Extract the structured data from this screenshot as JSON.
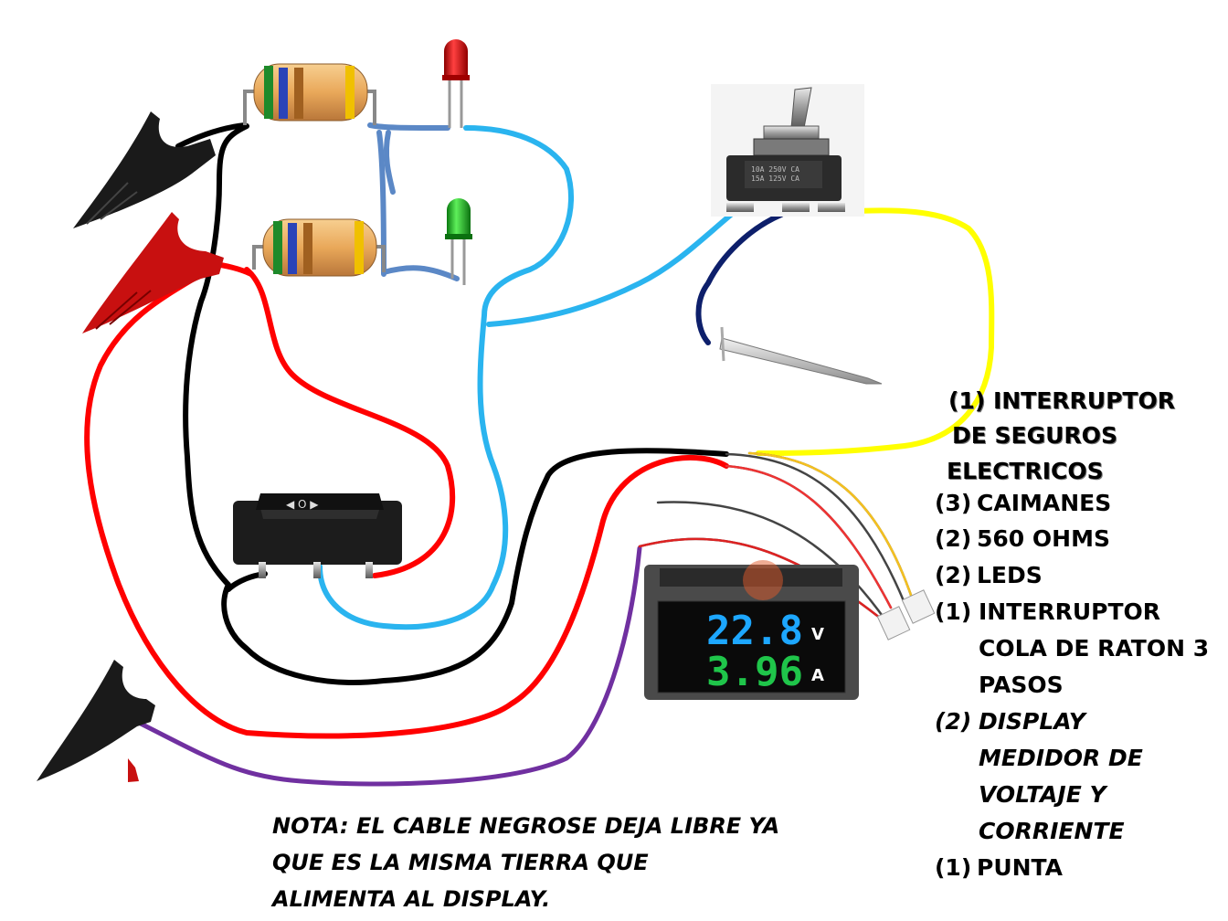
{
  "diagram": {
    "title_lines": [
      "(1) INTERRUPTOR",
      "DE SEGUROS",
      "ELECTRICOS"
    ],
    "items": [
      {
        "count": "(3)",
        "lines": [
          "CAIMANES"
        ]
      },
      {
        "count": "(2)",
        "lines": [
          "560 OHMS"
        ]
      },
      {
        "count": "(2)",
        "lines": [
          "LEDS"
        ]
      },
      {
        "count": "(1)",
        "lines": [
          "INTERRUPTOR",
          "COLA DE RATON 3",
          "PASOS"
        ]
      },
      {
        "count": "(2)",
        "lines": [
          "DISPLAY",
          "MEDIDOR DE",
          "VOLTAJE  Y",
          "CORRIENTE"
        ]
      },
      {
        "count": "(1)",
        "lines": [
          "PUNTA"
        ]
      }
    ],
    "note_lines": [
      "NOTA: EL CABLE NEGROSE DEJA LIBRE YA",
      "QUE ES LA MISMA TIERRA QUE",
      "ALIMENTA AL DISPLAY."
    ],
    "display": {
      "voltage": "22.8",
      "voltage_unit": "V",
      "current": "3.96",
      "current_unit": "A"
    },
    "wire_colors": {
      "black": "#000000",
      "red": "#ff0000",
      "light_blue": "#2ab4ef",
      "steel_blue": "#5b88c6",
      "navy": "#0d1f6b",
      "yellow": "#ffff00",
      "purple": "#7030a0"
    }
  }
}
